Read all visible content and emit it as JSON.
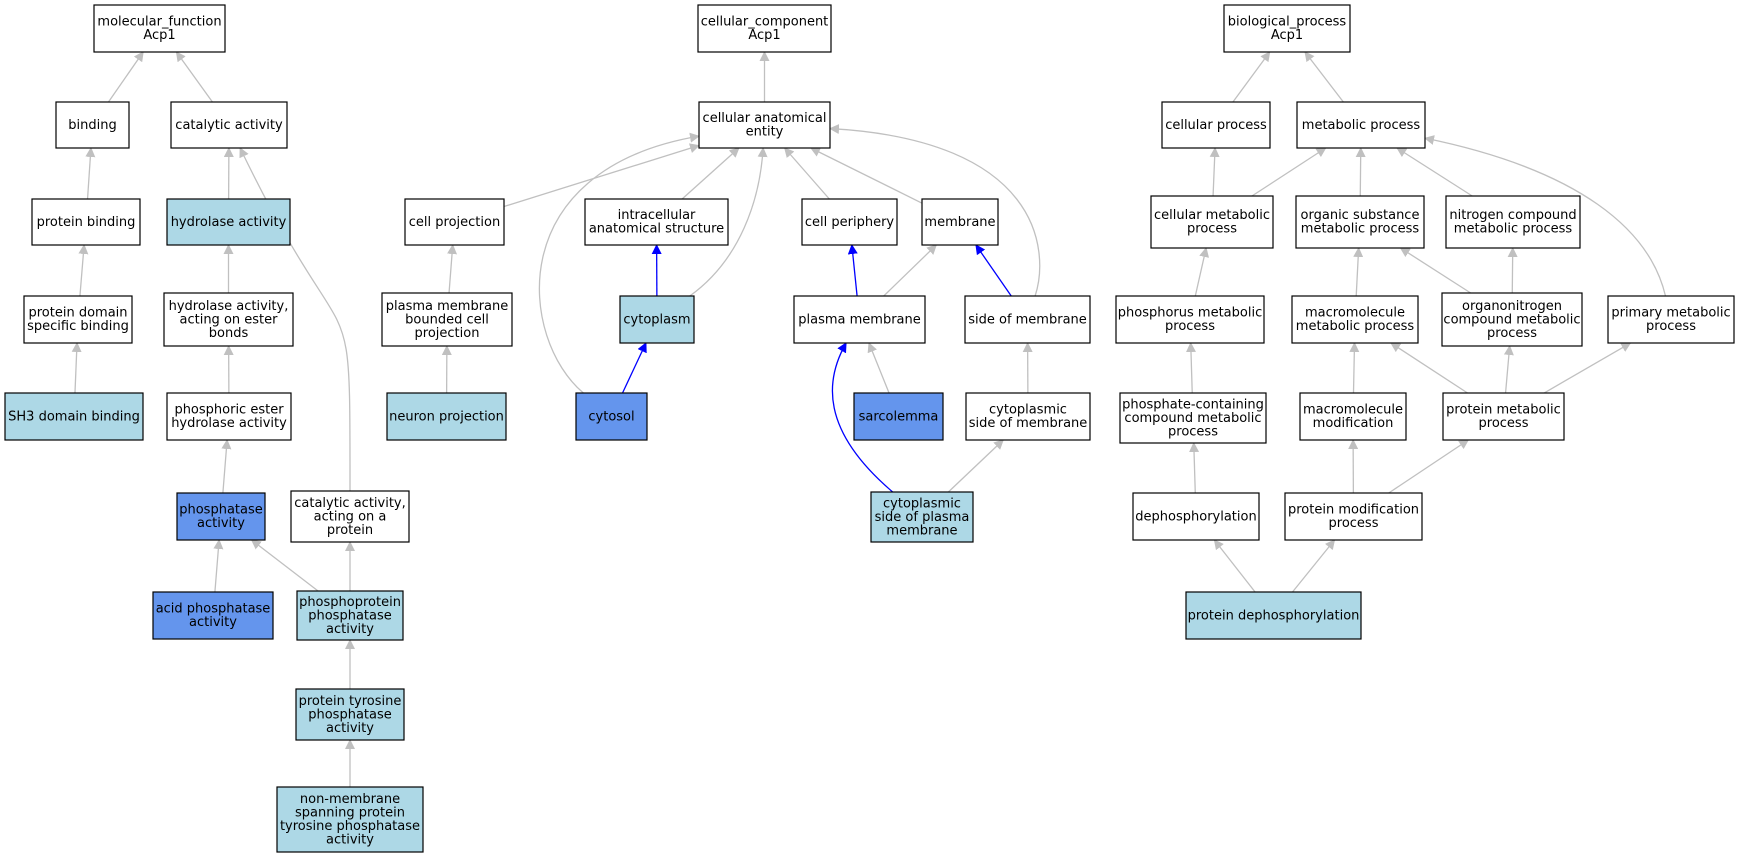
{
  "colors": {
    "white": "#ffffff",
    "light": "#add8e6",
    "dark": "#6495ed",
    "edge_grey": "#c0c0c0",
    "edge_blue": "#0000ff"
  },
  "nodes": {
    "mf_root": {
      "lines": [
        "molecular_function",
        "Acp1"
      ],
      "fill": "white"
    },
    "binding": {
      "lines": [
        "binding"
      ],
      "fill": "white"
    },
    "catalytic": {
      "lines": [
        "catalytic activity"
      ],
      "fill": "white"
    },
    "protein_binding": {
      "lines": [
        "protein binding"
      ],
      "fill": "white"
    },
    "hydrolase": {
      "lines": [
        "hydrolase activity"
      ],
      "fill": "light"
    },
    "protein_domain": {
      "lines": [
        "protein domain",
        "specific binding"
      ],
      "fill": "white"
    },
    "hydrolase_ester": {
      "lines": [
        "hydrolase activity,",
        "acting on ester",
        "bonds"
      ],
      "fill": "white"
    },
    "sh3": {
      "lines": [
        "SH3 domain binding"
      ],
      "fill": "light"
    },
    "phosphoric_ester": {
      "lines": [
        "phosphoric ester",
        "hydrolase activity"
      ],
      "fill": "white"
    },
    "phosphatase": {
      "lines": [
        "phosphatase",
        "activity"
      ],
      "fill": "dark"
    },
    "catalytic_protein": {
      "lines": [
        "catalytic activity,",
        "acting on a",
        "protein"
      ],
      "fill": "white"
    },
    "acid_phosphatase": {
      "lines": [
        "acid phosphatase",
        "activity"
      ],
      "fill": "dark"
    },
    "phosphoprotein": {
      "lines": [
        "phosphoprotein",
        "phosphatase",
        "activity"
      ],
      "fill": "light"
    },
    "ptp": {
      "lines": [
        "protein tyrosine",
        "phosphatase",
        "activity"
      ],
      "fill": "light"
    },
    "nonmembrane": {
      "lines": [
        "non-membrane",
        "spanning protein",
        "tyrosine phosphatase",
        "activity"
      ],
      "fill": "light"
    },
    "cc_root": {
      "lines": [
        "cellular_component",
        "Acp1"
      ],
      "fill": "white"
    },
    "cae": {
      "lines": [
        "cellular anatomical",
        "entity"
      ],
      "fill": "white"
    },
    "cell_projection": {
      "lines": [
        "cell projection"
      ],
      "fill": "white"
    },
    "intracellular": {
      "lines": [
        "intracellular",
        "anatomical structure"
      ],
      "fill": "white"
    },
    "cell_periphery": {
      "lines": [
        "cell periphery"
      ],
      "fill": "white"
    },
    "membrane": {
      "lines": [
        "membrane"
      ],
      "fill": "white"
    },
    "pm_bounded": {
      "lines": [
        "plasma membrane",
        "bounded cell",
        "projection"
      ],
      "fill": "white"
    },
    "cytoplasm": {
      "lines": [
        "cytoplasm"
      ],
      "fill": "light"
    },
    "plasma_membrane": {
      "lines": [
        "plasma membrane"
      ],
      "fill": "white"
    },
    "side_membrane": {
      "lines": [
        "side of membrane"
      ],
      "fill": "white"
    },
    "neuron_projection": {
      "lines": [
        "neuron projection"
      ],
      "fill": "light"
    },
    "cytosol": {
      "lines": [
        "cytosol"
      ],
      "fill": "dark"
    },
    "sarcolemma": {
      "lines": [
        "sarcolemma"
      ],
      "fill": "dark"
    },
    "cyto_side": {
      "lines": [
        "cytoplasmic",
        "side of membrane"
      ],
      "fill": "white"
    },
    "cyto_side_pm": {
      "lines": [
        "cytoplasmic",
        "side of plasma",
        "membrane"
      ],
      "fill": "light"
    },
    "bp_root": {
      "lines": [
        "biological_process",
        "Acp1"
      ],
      "fill": "white"
    },
    "cellular_process": {
      "lines": [
        "cellular process"
      ],
      "fill": "white"
    },
    "metabolic_process": {
      "lines": [
        "metabolic process"
      ],
      "fill": "white"
    },
    "cellular_metabolic": {
      "lines": [
        "cellular metabolic",
        "process"
      ],
      "fill": "white"
    },
    "organic_substance": {
      "lines": [
        "organic substance",
        "metabolic process"
      ],
      "fill": "white"
    },
    "nitrogen_compound": {
      "lines": [
        "nitrogen compound",
        "metabolic process"
      ],
      "fill": "white"
    },
    "phosphorus_metabolic": {
      "lines": [
        "phosphorus metabolic",
        "process"
      ],
      "fill": "white"
    },
    "macromolecule_metabolic": {
      "lines": [
        "macromolecule",
        "metabolic process"
      ],
      "fill": "white"
    },
    "organonitrogen": {
      "lines": [
        "organonitrogen",
        "compound metabolic",
        "process"
      ],
      "fill": "white"
    },
    "primary_metabolic": {
      "lines": [
        "primary metabolic",
        "process"
      ],
      "fill": "white"
    },
    "phosphate_containing": {
      "lines": [
        "phosphate-containing",
        "compound metabolic",
        "process"
      ],
      "fill": "white"
    },
    "macromolecule_modification": {
      "lines": [
        "macromolecule",
        "modification"
      ],
      "fill": "white"
    },
    "protein_metabolic": {
      "lines": [
        "protein metabolic",
        "process"
      ],
      "fill": "white"
    },
    "dephosphorylation": {
      "lines": [
        "dephosphorylation"
      ],
      "fill": "white"
    },
    "protein_modification": {
      "lines": [
        "protein modification",
        "process"
      ],
      "fill": "white"
    },
    "protein_dephosphorylation": {
      "lines": [
        "protein dephosphorylation"
      ],
      "fill": "light"
    }
  },
  "edges": [
    {
      "from": "binding",
      "to": "mf_root",
      "color": "grey"
    },
    {
      "from": "catalytic",
      "to": "mf_root",
      "color": "grey"
    },
    {
      "from": "protein_binding",
      "to": "binding",
      "color": "grey"
    },
    {
      "from": "hydrolase",
      "to": "catalytic",
      "color": "grey"
    },
    {
      "from": "protein_domain",
      "to": "protein_binding",
      "color": "grey"
    },
    {
      "from": "hydrolase_ester",
      "to": "hydrolase",
      "color": "grey"
    },
    {
      "from": "sh3",
      "to": "protein_domain",
      "color": "grey"
    },
    {
      "from": "phosphoric_ester",
      "to": "hydrolase_ester",
      "color": "grey"
    },
    {
      "from": "phosphatase",
      "to": "phosphoric_ester",
      "color": "grey"
    },
    {
      "from": "catalytic_protein",
      "to": "catalytic",
      "color": "grey"
    },
    {
      "from": "acid_phosphatase",
      "to": "phosphatase",
      "color": "grey"
    },
    {
      "from": "phosphoprotein",
      "to": "phosphatase",
      "color": "grey"
    },
    {
      "from": "phosphoprotein",
      "to": "catalytic_protein",
      "color": "grey"
    },
    {
      "from": "ptp",
      "to": "phosphoprotein",
      "color": "grey"
    },
    {
      "from": "nonmembrane",
      "to": "ptp",
      "color": "grey"
    },
    {
      "from": "cae",
      "to": "cc_root",
      "color": "grey"
    },
    {
      "from": "cell_projection",
      "to": "cae",
      "color": "grey"
    },
    {
      "from": "intracellular",
      "to": "cae",
      "color": "grey"
    },
    {
      "from": "cell_periphery",
      "to": "cae",
      "color": "grey"
    },
    {
      "from": "membrane",
      "to": "cae",
      "color": "grey"
    },
    {
      "from": "cytoplasm",
      "to": "cae",
      "color": "grey"
    },
    {
      "from": "cytosol",
      "to": "cae",
      "color": "grey"
    },
    {
      "from": "side_membrane",
      "to": "cae",
      "color": "grey"
    },
    {
      "from": "pm_bounded",
      "to": "cell_projection",
      "color": "grey"
    },
    {
      "from": "neuron_projection",
      "to": "pm_bounded",
      "color": "grey"
    },
    {
      "from": "cytoplasm",
      "to": "intracellular",
      "color": "blue"
    },
    {
      "from": "cytosol",
      "to": "cytoplasm",
      "color": "blue"
    },
    {
      "from": "plasma_membrane",
      "to": "cell_periphery",
      "color": "blue"
    },
    {
      "from": "plasma_membrane",
      "to": "membrane",
      "color": "grey"
    },
    {
      "from": "side_membrane",
      "to": "membrane",
      "color": "blue"
    },
    {
      "from": "sarcolemma",
      "to": "plasma_membrane",
      "color": "grey"
    },
    {
      "from": "cyto_side",
      "to": "side_membrane",
      "color": "grey"
    },
    {
      "from": "cyto_side_pm",
      "to": "plasma_membrane",
      "color": "blue"
    },
    {
      "from": "cyto_side_pm",
      "to": "cyto_side",
      "color": "grey"
    },
    {
      "from": "cellular_process",
      "to": "bp_root",
      "color": "grey"
    },
    {
      "from": "metabolic_process",
      "to": "bp_root",
      "color": "grey"
    },
    {
      "from": "cellular_metabolic",
      "to": "cellular_process",
      "color": "grey"
    },
    {
      "from": "cellular_metabolic",
      "to": "metabolic_process",
      "color": "grey"
    },
    {
      "from": "organic_substance",
      "to": "metabolic_process",
      "color": "grey"
    },
    {
      "from": "nitrogen_compound",
      "to": "metabolic_process",
      "color": "grey"
    },
    {
      "from": "primary_metabolic",
      "to": "metabolic_process",
      "color": "grey"
    },
    {
      "from": "phosphorus_metabolic",
      "to": "cellular_metabolic",
      "color": "grey"
    },
    {
      "from": "macromolecule_metabolic",
      "to": "organic_substance",
      "color": "grey"
    },
    {
      "from": "organonitrogen",
      "to": "organic_substance",
      "color": "grey"
    },
    {
      "from": "organonitrogen",
      "to": "nitrogen_compound",
      "color": "grey"
    },
    {
      "from": "phosphate_containing",
      "to": "phosphorus_metabolic",
      "color": "grey"
    },
    {
      "from": "macromolecule_modification",
      "to": "macromolecule_metabolic",
      "color": "grey"
    },
    {
      "from": "protein_metabolic",
      "to": "macromolecule_metabolic",
      "color": "grey"
    },
    {
      "from": "protein_metabolic",
      "to": "organonitrogen",
      "color": "grey"
    },
    {
      "from": "protein_metabolic",
      "to": "primary_metabolic",
      "color": "grey"
    },
    {
      "from": "dephosphorylation",
      "to": "phosphate_containing",
      "color": "grey"
    },
    {
      "from": "protein_modification",
      "to": "macromolecule_modification",
      "color": "grey"
    },
    {
      "from": "protein_modification",
      "to": "protein_metabolic",
      "color": "grey"
    },
    {
      "from": "protein_dephosphorylation",
      "to": "dephosphorylation",
      "color": "grey"
    },
    {
      "from": "protein_dephosphorylation",
      "to": "protein_modification",
      "color": "grey"
    }
  ]
}
